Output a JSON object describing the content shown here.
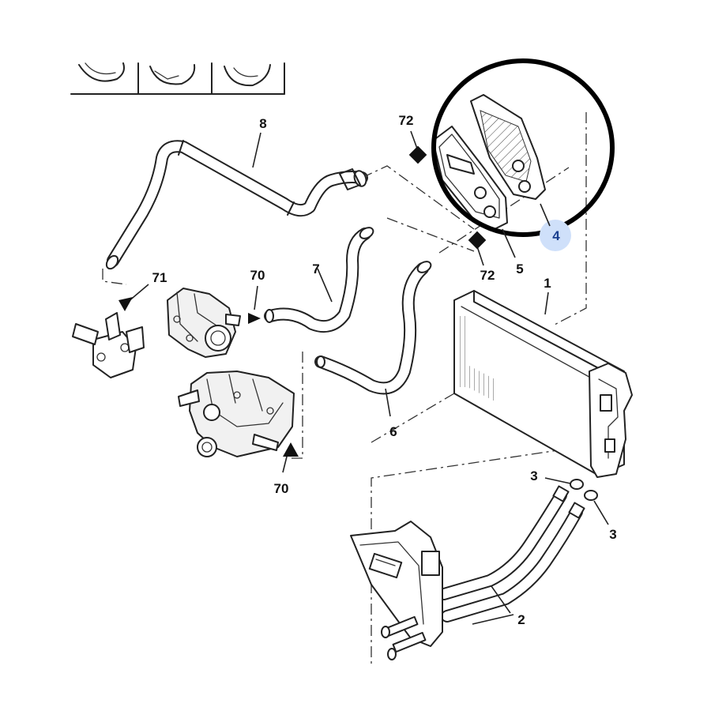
{
  "labels": {
    "p1": "1",
    "p2": "2",
    "p3_top": "3",
    "p3_right": "3",
    "p4": "4",
    "p5": "5",
    "p6": "6",
    "p7": "7",
    "p8": "8",
    "p70_upper": "70",
    "p70_lower": "70",
    "p71": "71",
    "p72_upper": "72",
    "p72_lower": "72"
  },
  "colors": {
    "ink": "#222222",
    "highlight_fill": "#cfe0fa",
    "highlight_text": "#1a3f8f",
    "callout_circle": "#000000"
  }
}
